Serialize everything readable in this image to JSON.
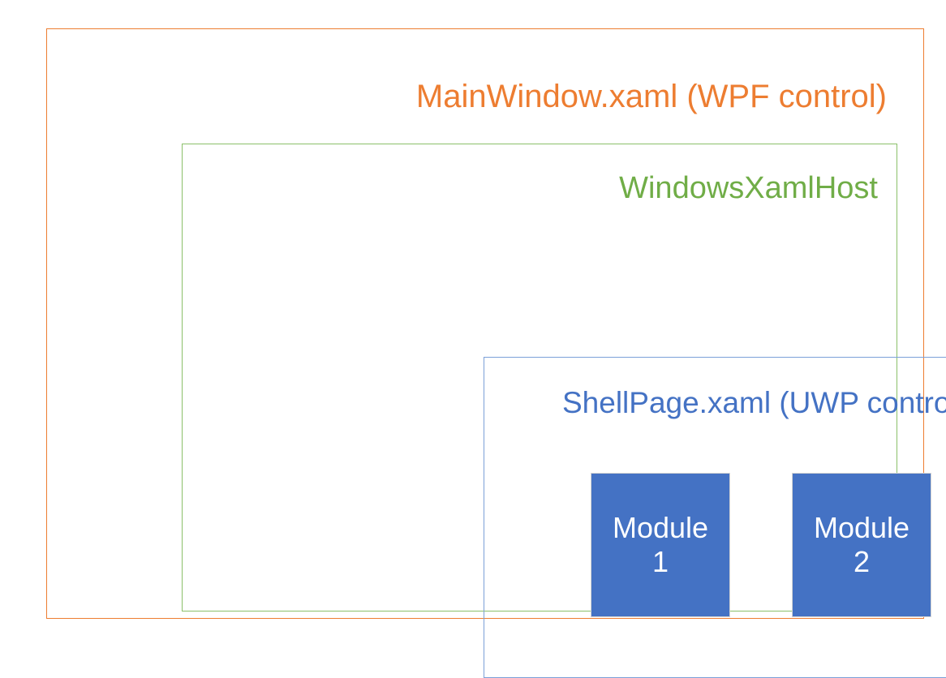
{
  "diagram": {
    "type": "nested-containers",
    "background_color": "#FFFFFF",
    "outer": {
      "label": "MainWindow.xaml (WPF control)",
      "border_color": "#ED7D31",
      "text_color": "#ED7D31"
    },
    "middle": {
      "label": "WindowsXamlHost",
      "border_color": "#8BC06A",
      "text_color": "#70AD47"
    },
    "inner": {
      "label": "ShellPage.xaml (UWP control)",
      "border_color": "#7BA0D8",
      "text_color": "#4472C4"
    },
    "modules": [
      {
        "name": "Module",
        "number": "1",
        "fill_color": "#4472C4",
        "border_color": "#D3D3D3",
        "text_color": "#FFFFFF"
      },
      {
        "name": "Module",
        "number": "2",
        "fill_color": "#4472C4",
        "border_color": "#D3D3D3",
        "text_color": "#FFFFFF"
      }
    ]
  }
}
